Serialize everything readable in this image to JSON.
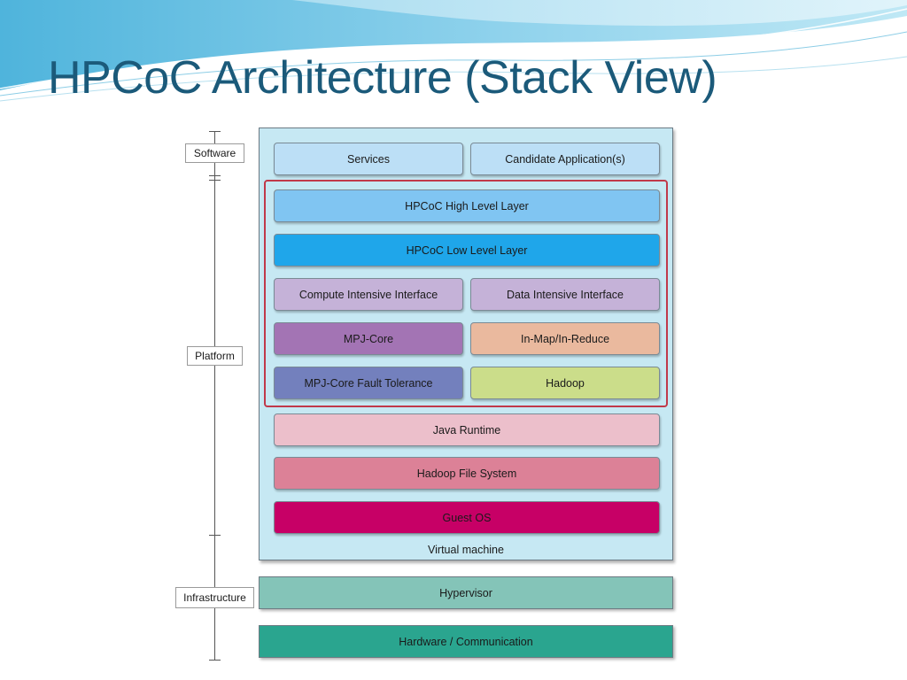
{
  "title": "HPCoC Architecture (Stack View)",
  "categories": {
    "software": "Software",
    "platform": "Platform",
    "infrastructure": "Infrastructure"
  },
  "layers": {
    "services": "Services",
    "candidate_apps": "Candidate Application(s)",
    "high_level": "HPCoC High Level Layer",
    "low_level": "HPCoC Low Level Layer",
    "compute_intensive": "Compute Intensive Interface",
    "data_intensive": "Data Intensive Interface",
    "mpj_core": "MPJ-Core",
    "in_map_reduce": "In-Map/In-Reduce",
    "mpj_fault_tolerance": "MPJ-Core Fault Tolerance",
    "hadoop": "Hadoop",
    "java_runtime": "Java Runtime",
    "hadoop_fs": "Hadoop File System",
    "guest_os": "Guest OS",
    "virtual_machine": "Virtual machine",
    "hypervisor": "Hypervisor",
    "hardware": "Hardware / Communication"
  },
  "colors": {
    "title": "#1b5a7a",
    "vm_background": "#c6e8f3",
    "group_border": "#c0394a",
    "services": "#bcdff6",
    "high_level": "#80c5f2",
    "low_level": "#1fa6ea",
    "interface": "#c5b2d8",
    "mpj_core": "#a374b4",
    "in_map_reduce": "#eab99e",
    "mpj_fault_tolerance": "#7380bd",
    "hadoop": "#cbdd8a",
    "java_runtime": "#ecbfcb",
    "hadoop_fs": "#dc8197",
    "guest_os": "#c70066",
    "hypervisor": "#84c4b8",
    "hardware": "#2aa58f"
  }
}
